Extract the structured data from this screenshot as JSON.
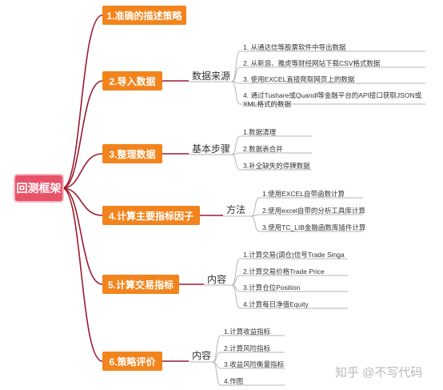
{
  "root": "回测框架",
  "branches": [
    {
      "label": "1.准确的描述策略",
      "category": "",
      "items": []
    },
    {
      "label": "2.导入数据",
      "category": "数据来源",
      "items": [
        "1. 从通达信等股票软件中导出数据",
        "2. 从新浪、雅虎等财经网站下载CSV格式数据",
        "3. 使用EXCEL直接爬取网页上的数据",
        "4. 通过Tushare或Quandl等金融平台的API接口获取JSON或\nXML格式的数据"
      ]
    },
    {
      "label": "3.整理数据",
      "category": "基本步骤",
      "items": [
        "1.数据清理",
        "2.数据表合并",
        "3.补全缺失的停牌数据"
      ]
    },
    {
      "label": "4.计算主要指标因子",
      "category": "方法",
      "items": [
        "1.使用EXCEL自带函数计算",
        "2.使用excel自带的分析工具库计算",
        "3.使用TC_LIB金融函数库插件计算"
      ]
    },
    {
      "label": "5.计算交易指标",
      "category": "内容",
      "items": [
        "1.计算交易(调仓)信号Trade Singa",
        "2.计算交易价格Trade Price",
        "3.计算仓位Position",
        "4.计算每日净值Equity"
      ]
    },
    {
      "label": "6.策略评价",
      "category": "内容",
      "items": [
        "1.计算收益指标",
        "2.计算风险指标",
        "3.收益风险衡量指标",
        "4.作图"
      ]
    }
  ],
  "watermark": "知乎 @不写代码",
  "colors": {
    "root": "#e8536a",
    "branch": "#f2841d",
    "line": "#9b1b2e",
    "leaf_line": "#b5b5b5"
  }
}
